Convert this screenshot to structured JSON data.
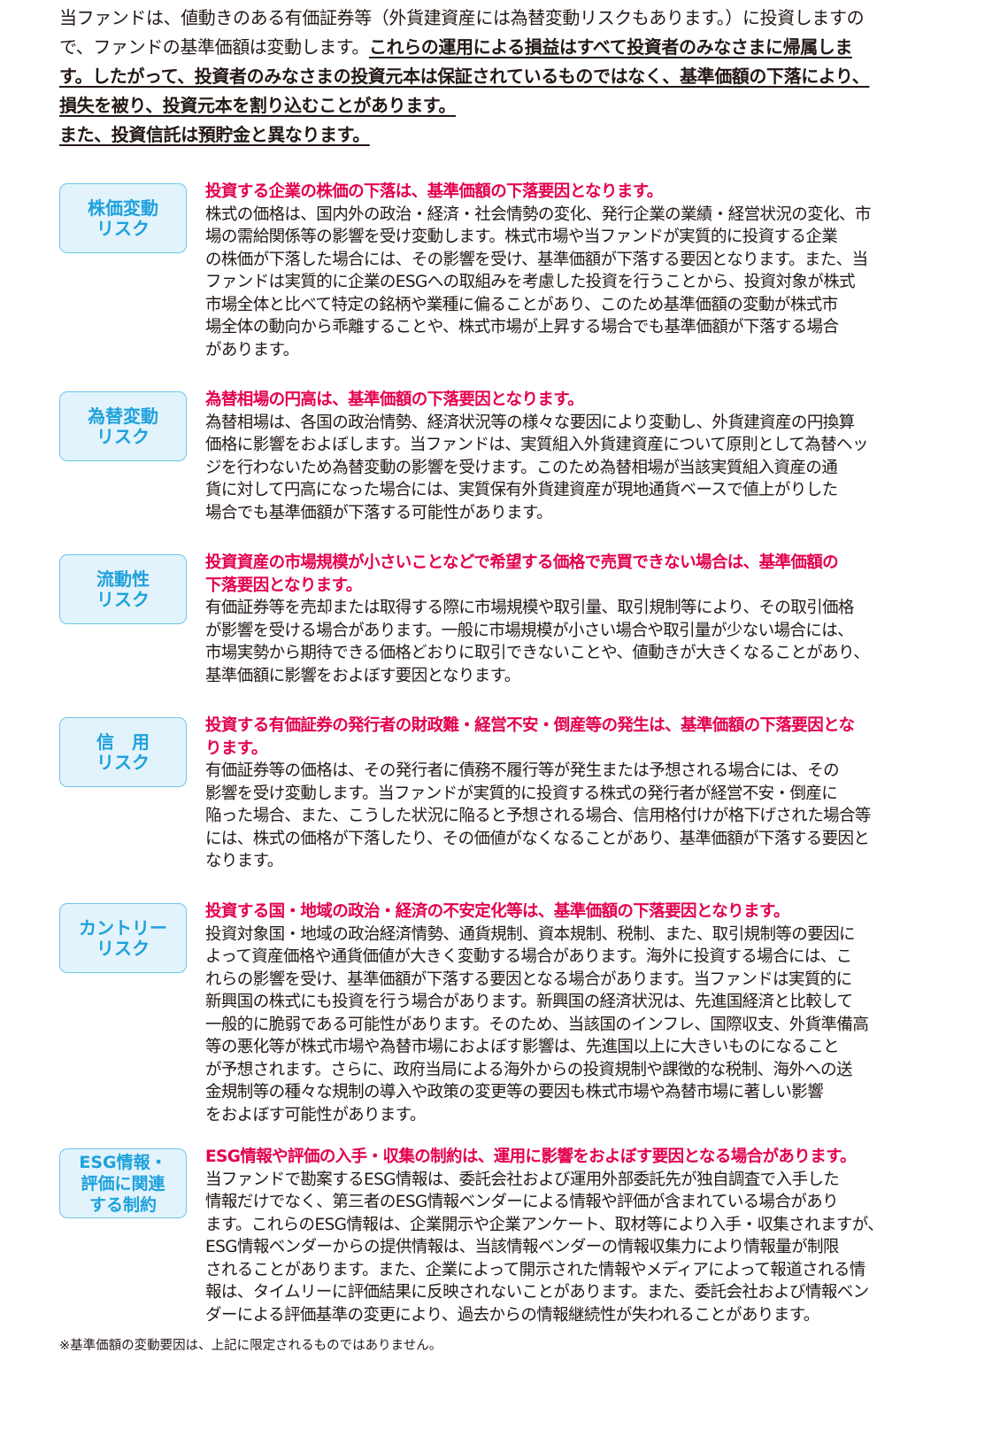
{
  "intro": {
    "lines": [
      [
        {
          "text": "当ファンドは、値動きのある有価証券等（外貨建資産には為替変動リスクもあります。）に投資しますの",
          "underline": false
        }
      ],
      [
        {
          "text": "で、ファンドの基準価額は変動します。",
          "underline": false
        },
        {
          "text": "これらの運用による損益はすべて投資者のみなさまに帰属しま",
          "underline": true
        }
      ],
      [
        {
          "text": "す。したがって、投資者のみなさまの投資元本は保証されているものではなく、基準価額の下落により、",
          "underline": true
        }
      ],
      [
        {
          "text": "損失を被り、投資元本を割り込むことがあります。",
          "underline": true
        }
      ],
      [
        {
          "text": "また、投資信託は預貯金と異なります。",
          "underline": true
        }
      ]
    ]
  },
  "sections": [
    {
      "badge": [
        "株価変動",
        "リスク"
      ],
      "heading": [
        "投資する企業の株価の下落は、基準価額の下落要因となります。"
      ],
      "body": [
        "株式の価格は、国内外の政治・経済・社会情勢の変化、発行企業の業績・経営状況の変化、市",
        "場の需給関係等の影響を受け変動します。株式市場や当ファンドが実質的に投資する企業",
        "の株価が下落した場合には、その影響を受け、基準価額が下落する要因となります。また、当",
        "ファンドは実質的に企業のESGへの取組みを考慮した投資を行うことから、投資対象が株式",
        "市場全体と比べて特定の銘柄や業種に偏ることがあり、このため基準価額の変動が株式市",
        "場全体の動向から乖離することや、株式市場が上昇する場合でも基準価額が下落する場合",
        "があります。"
      ]
    },
    {
      "badge": [
        "為替変動",
        "リスク"
      ],
      "heading": [
        "為替相場の円高は、基準価額の下落要因となります。"
      ],
      "body": [
        "為替相場は、各国の政治情勢、経済状況等の様々な要因により変動し、外貨建資産の円換算",
        "価格に影響をおよぼします。当ファンドは、実質組入外貨建資産について原則として為替ヘッ",
        "ジを行わないため為替変動の影響を受けます。このため為替相場が当該実質組入資産の通",
        "貨に対して円高になった場合には、実質保有外貨建資産が現地通貨ベースで値上がりした",
        "場合でも基準価額が下落する可能性があります。"
      ]
    },
    {
      "badge": [
        "流動性",
        "リスク"
      ],
      "heading": [
        "投資資産の市場規模が小さいことなどで希望する価格で売買できない場合は、基準価額の",
        "下落要因となります。"
      ],
      "body": [
        "有価証券等を売却または取得する際に市場規模や取引量、取引規制等により、その取引価格",
        "が影響を受ける場合があります。一般に市場規模が小さい場合や取引量が少ない場合には、",
        "市場実勢から期待できる価格どおりに取引できないことや、値動きが大きくなることがあり、",
        "基準価額に影響をおよぼす要因となります。"
      ]
    },
    {
      "badge": [
        "信　用",
        "リスク"
      ],
      "heading": [
        "投資する有価証券の発行者の財政難・経営不安・倒産等の発生は、基準価額の下落要因とな",
        "ります。"
      ],
      "body": [
        "有価証券等の価格は、その発行者に債務不履行等が発生または予想される場合には、その",
        "影響を受け変動します。当ファンドが実質的に投資する株式の発行者が経営不安・倒産に",
        "陥った場合、また、こうした状況に陥ると予想される場合、信用格付けが格下げされた場合等",
        "には、株式の価格が下落したり、その価値がなくなることがあり、基準価額が下落する要因と",
        "なります。"
      ]
    },
    {
      "badge": [
        "カントリー",
        "リスク"
      ],
      "heading": [
        "投資する国・地域の政治・経済の不安定化等は、基準価額の下落要因となります。"
      ],
      "body": [
        "投資対象国・地域の政治経済情勢、通貨規制、資本規制、税制、また、取引規制等の要因に",
        "よって資産価格や通貨価値が大きく変動する場合があります。海外に投資する場合には、こ",
        "れらの影響を受け、基準価額が下落する要因となる場合があります。当ファンドは実質的に",
        "新興国の株式にも投資を行う場合があります。新興国の経済状況は、先進国経済と比較して",
        "一般的に脆弱である可能性があります。そのため、当該国のインフレ、国際収支、外貨準備高",
        "等の悪化等が株式市場や為替市場におよぼす影響は、先進国以上に大きいものになること",
        "が予想されます。さらに、政府当局による海外からの投資規制や課徴的な税制、海外への送",
        "金規制等の種々な規制の導入や政策の変更等の要因も株式市場や為替市場に著しい影響",
        "をおよぼす可能性があります。"
      ]
    },
    {
      "badge": [
        "ESG情報・",
        "評価に関連",
        "する制約"
      ],
      "heading": [
        "ESG情報や評価の入手・収集の制約は、運用に影響をおよぼす要因となる場合があります。"
      ],
      "body": [
        "当ファンドで勘案するESG情報は、委託会社および運用外部委託先が独自調査で入手した",
        "情報だけでなく、第三者のESG情報ベンダーによる情報や評価が含まれている場合があり",
        "ます。これらのESG情報は、企業開示や企業アンケート、取材等により入手・収集されますが、",
        "ESG情報ベンダーからの提供情報は、当該情報ベンダーの情報収集力により情報量が制限",
        "されることがあります。また、企業によって開示された情報やメディアによって報道される情",
        "報は、タイムリーに評価結果に反映されないことがあります。また、委託会社および情報ベン",
        "ダーによる評価基準の変更により、過去からの情報継続性が失われることがあります。"
      ]
    }
  ],
  "footnote": "※基準価額の変動要因は、上記に限定されるものではありません。"
}
